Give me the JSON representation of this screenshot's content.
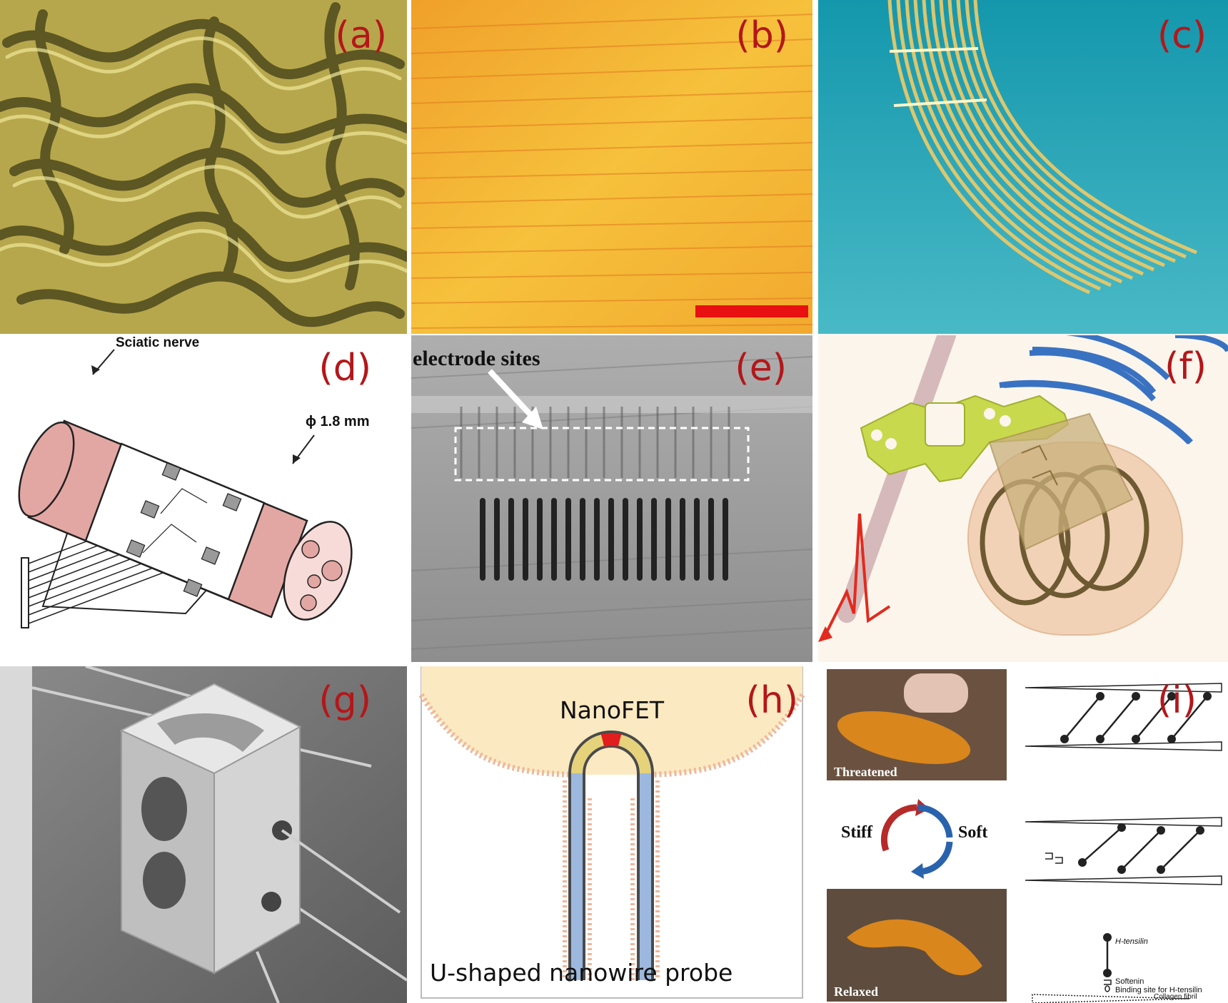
{
  "panels": {
    "a": {
      "label": "(a)"
    },
    "b": {
      "label": "(b)"
    },
    "c": {
      "label": "(c)"
    },
    "d": {
      "label": "(d)",
      "nerve_label": "Sciatic nerve",
      "diameter_label": "ϕ 1.8 mm"
    },
    "e": {
      "label": "(e)",
      "annotation": "electrode sites"
    },
    "f": {
      "label": "(f)"
    },
    "g": {
      "label": "(g)"
    },
    "h": {
      "label": "(h)",
      "top_label": "NanoFET",
      "caption": "U-shaped nanowire probe"
    },
    "i": {
      "label": "(i)",
      "threatened": "Threatened",
      "relaxed": "Relaxed",
      "stiff": "Stiff",
      "soft": "Soft",
      "legend_tensilin": "H-tensilin",
      "legend_softenin": "Softenin",
      "legend_binding": "Binding site for H-tensilin",
      "legend_collagen": "Collagen fibril"
    }
  },
  "colors": {
    "label_red": "#b3171a",
    "nerve_pink": "#e3a7a3",
    "panel_c_bg": "#1f9fb0",
    "panel_b_bg": "#f4b22c"
  }
}
